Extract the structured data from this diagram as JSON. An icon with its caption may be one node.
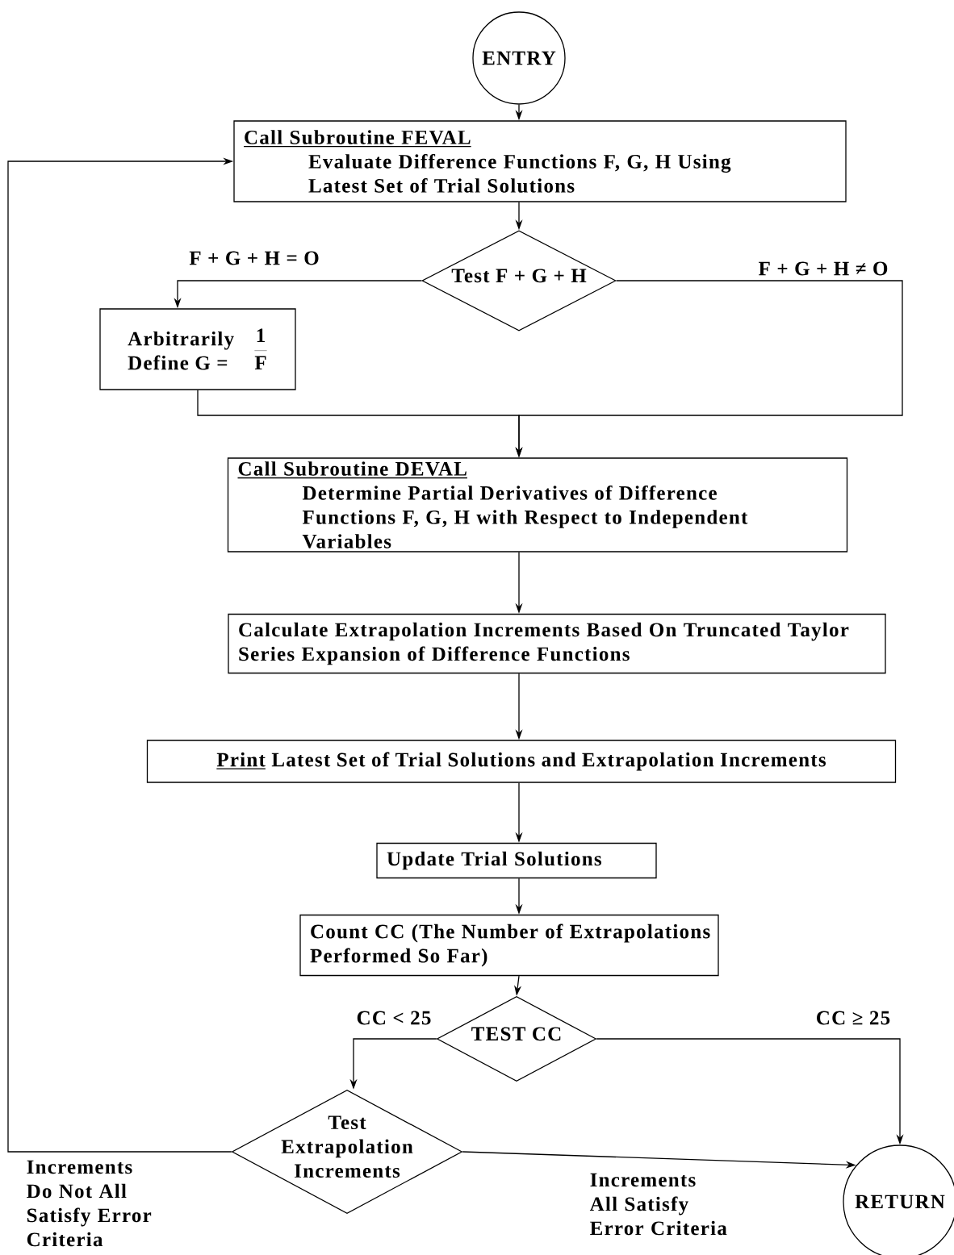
{
  "diagram": {
    "nodes": [
      {
        "text": [
          "ENTRY"
        ]
      },
      {
        "text": [
          "Call Subroutine FEVAL",
          "Evaluate Difference Functions F, G, H Using Latest Set of Trial Solutions"
        ]
      },
      {
        "text": [
          "Test F + G + H"
        ]
      },
      {
        "text": [
          "Arbitrarily Define G =",
          "\\frac{\\mathbf{1}}{\\mathbf{F}}"
        ]
      },
      {
        "text": [
          "Call Subroutine DEVAL",
          "Determine Partial Derivatives of Difference Functions F, G, H with Respect to Independent Variables"
        ]
      },
      {
        "text": [
          "Calculate Extrapolation Increments Based On Truncated Taylor Series Expansion of Difference Functions"
        ]
      },
      {
        "text": [
          "Print",
          "Latest Set of Trial Solutions and Extrapolation Increments"
        ]
      },
      {
        "text": [
          "Update Trial Solutions"
        ]
      },
      {
        "text": [
          "Count CC (The Number of Extrapolations Performed So Far)"
        ]
      },
      {
        "text": [
          "TEST CC"
        ]
      },
      {
        "text": [
          "Test Extrapolation Increments"
        ]
      },
      {
        "text": [
          "RETURN"
        ]
      }
    ],
    "edges": [
      {
        "from": 0,
        "to": 1,
        "arrow": "to"
      },
      {
        "from": 1,
        "to": 2,
        "arrow": "to"
      },
      {
        "from": 2,
        "to": 3,
        "arrow": "to",
        "label": "F + G + H = O"
      },
      {
        "from": 2,
        "to": 4,
        "arrow": "to",
        "label": "F + G + H ≠ O"
      },
      {
        "from": 3,
        "to": 4,
        "arrow": "to"
      },
      {
        "from": 4,
        "to": 5,
        "arrow": "to"
      },
      {
        "from": 5,
        "to": 6,
        "arrow": "to"
      },
      {
        "from": 6,
        "to": 7,
        "arrow": "to"
      },
      {
        "from": 7,
        "to": 8,
        "arrow": "to"
      },
      {
        "from": 8,
        "to": 9,
        "arrow": "to"
      },
      {
        "from": 9,
        "to": 10,
        "arrow": "to",
        "label": "CC < 25"
      },
      {
        "from": 9,
        "to": 11,
        "arrow": "to",
        "label": "CC ≥ 25"
      },
      {
        "from": 10,
        "to": 11,
        "arrow": "to",
        "label": "Increments All Satisfy Error Criteria"
      },
      {
        "from": 10,
        "to": 1,
        "arrow": "to",
        "label": "Increments Do Not All Satisfy Error Criteria"
      }
    ]
  }
}
